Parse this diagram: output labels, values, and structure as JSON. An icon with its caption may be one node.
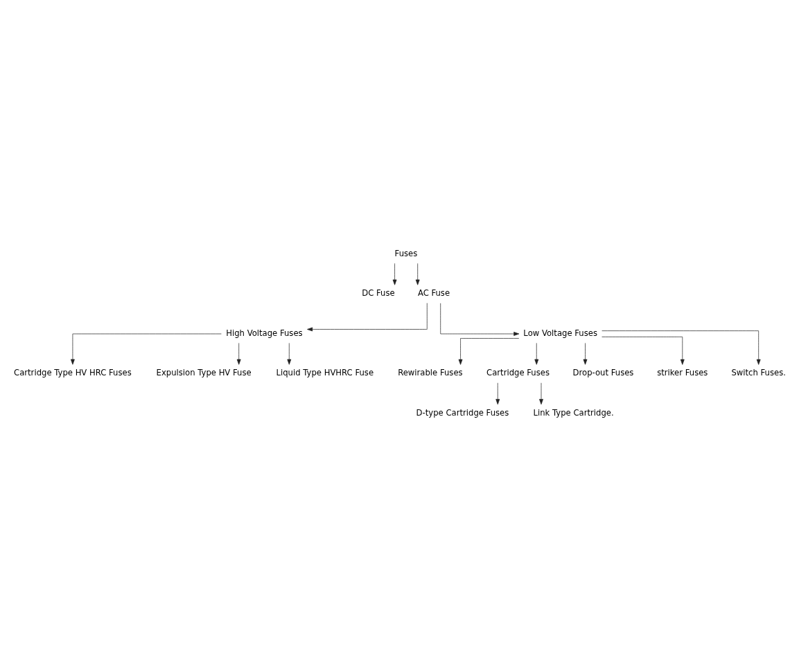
{
  "diagram": {
    "nodes": [
      {
        "text": [
          "Fuses"
        ]
      },
      {
        "text": [
          "DC Fuse"
        ]
      },
      {
        "text": [
          "AC Fuse"
        ]
      },
      {
        "text": [
          "High Voltage Fuses"
        ]
      },
      {
        "text": [
          "Low Voltage Fuses"
        ]
      },
      {
        "text": [
          "Cartridge Type HV HRC Fuses"
        ]
      },
      {
        "text": [
          "Expulsion Type HV Fuse"
        ]
      },
      {
        "text": [
          "Liquid Type HVHRC Fuse"
        ]
      },
      {
        "text": [
          "Rewirable Fuses"
        ]
      },
      {
        "text": [
          "Cartridge Fuses"
        ]
      },
      {
        "text": [
          "Drop-out Fuses"
        ]
      },
      {
        "text": [
          "striker Fuses"
        ]
      },
      {
        "text": [
          "Switch Fuses."
        ]
      },
      {
        "text": [
          "D-type Cartridge Fuses"
        ]
      },
      {
        "text": [
          "Link Type Cartridge."
        ]
      }
    ],
    "edges": [
      {
        "from": 0,
        "to": 1,
        "arrow": "to"
      },
      {
        "from": 0,
        "to": 2,
        "arrow": "to"
      },
      {
        "from": 2,
        "to": 3,
        "arrow": "to"
      },
      {
        "from": 2,
        "to": 4,
        "arrow": "to"
      },
      {
        "from": 3,
        "to": 5,
        "arrow": "to"
      },
      {
        "from": 3,
        "to": 6,
        "arrow": "to"
      },
      {
        "from": 3,
        "to": 7,
        "arrow": "to"
      },
      {
        "from": 4,
        "to": 8,
        "arrow": "to"
      },
      {
        "from": 4,
        "to": 9,
        "arrow": "to"
      },
      {
        "from": 4,
        "to": 10,
        "arrow": "to"
      },
      {
        "from": 4,
        "to": 11,
        "arrow": "to"
      },
      {
        "from": 4,
        "to": 12,
        "arrow": "to"
      },
      {
        "from": 9,
        "to": 13,
        "arrow": "to"
      },
      {
        "from": 9,
        "to": 14,
        "arrow": "to"
      }
    ]
  }
}
